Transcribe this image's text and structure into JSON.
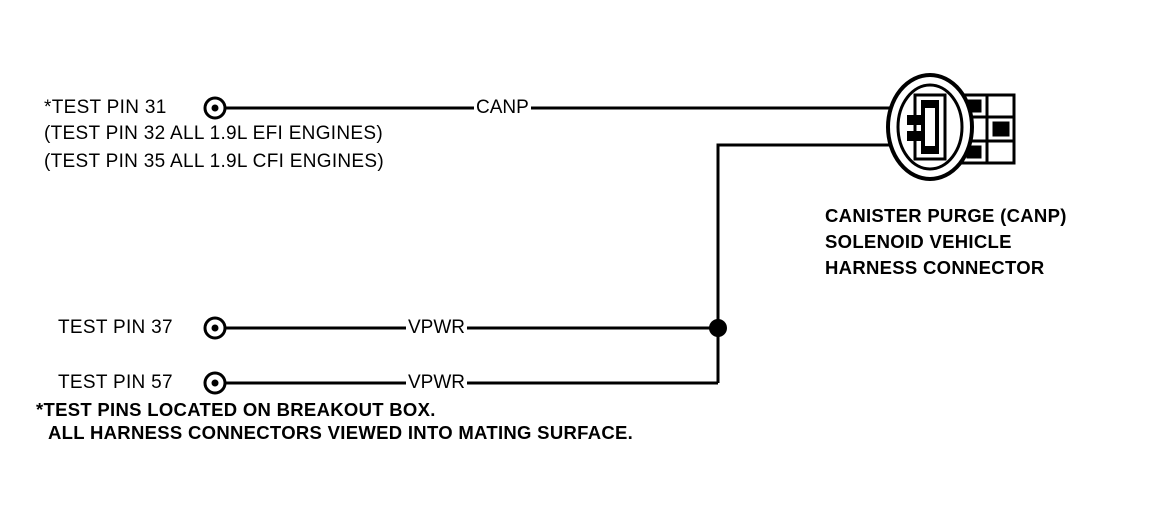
{
  "pins": [
    {
      "label": "*TEST PIN 31",
      "signal": "CANP"
    },
    {
      "label": "TEST PIN 37",
      "signal": "VPWR"
    },
    {
      "label": "TEST PIN 57",
      "signal": "VPWR"
    }
  ],
  "pin31_notes": [
    "(TEST PIN 32 ALL 1.9L EFI ENGINES)",
    "(TEST PIN 35 ALL 1.9L CFI ENGINES)"
  ],
  "connector": {
    "icon": "harness-connector-icon",
    "label_lines": [
      "CANISTER PURGE (CANP)",
      "SOLENOID VEHICLE",
      "HARNESS CONNECTOR"
    ]
  },
  "footnote": [
    "*TEST PINS LOCATED ON BREAKOUT BOX.",
    "ALL HARNESS CONNECTORS VIEWED INTO MATING SURFACE."
  ]
}
